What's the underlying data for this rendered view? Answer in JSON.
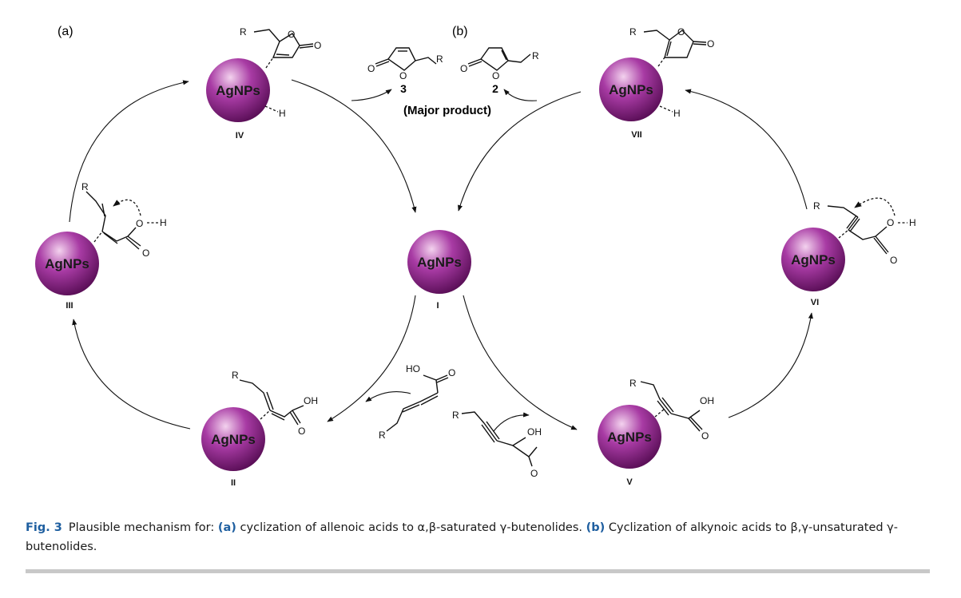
{
  "panels": {
    "a_label": "(a)",
    "b_label": "(b)"
  },
  "nanoparticle_label": "AgNPs",
  "intermediates": {
    "I": "I",
    "II": "II",
    "III": "III",
    "IV": "IV",
    "V": "V",
    "VI": "VI",
    "VII": "VII"
  },
  "products": {
    "p3_number": "3",
    "p2_number": "2",
    "major_note": "(Major product)"
  },
  "atoms": {
    "R": "R",
    "O": "O",
    "H": "H",
    "OH": "OH",
    "HO": "HO"
  },
  "colors": {
    "sphere_light": "#f3d2ee",
    "sphere_mid": "#a83ba4",
    "sphere_dark": "#5b0f58",
    "caption_accent": "#1f5fa0",
    "rule": "#c8c8c8"
  },
  "caption": {
    "fig_label": "Fig. 3",
    "text_1": "Plausible mechanism for: ",
    "paren_a": "(a)",
    "text_2": " cyclization of allenoic acids to α,β-saturated γ-butenolides. ",
    "paren_b": "(b)",
    "text_3": " Cyclization of alkynoic acids to β,γ-unsaturated γ-butenolides."
  }
}
